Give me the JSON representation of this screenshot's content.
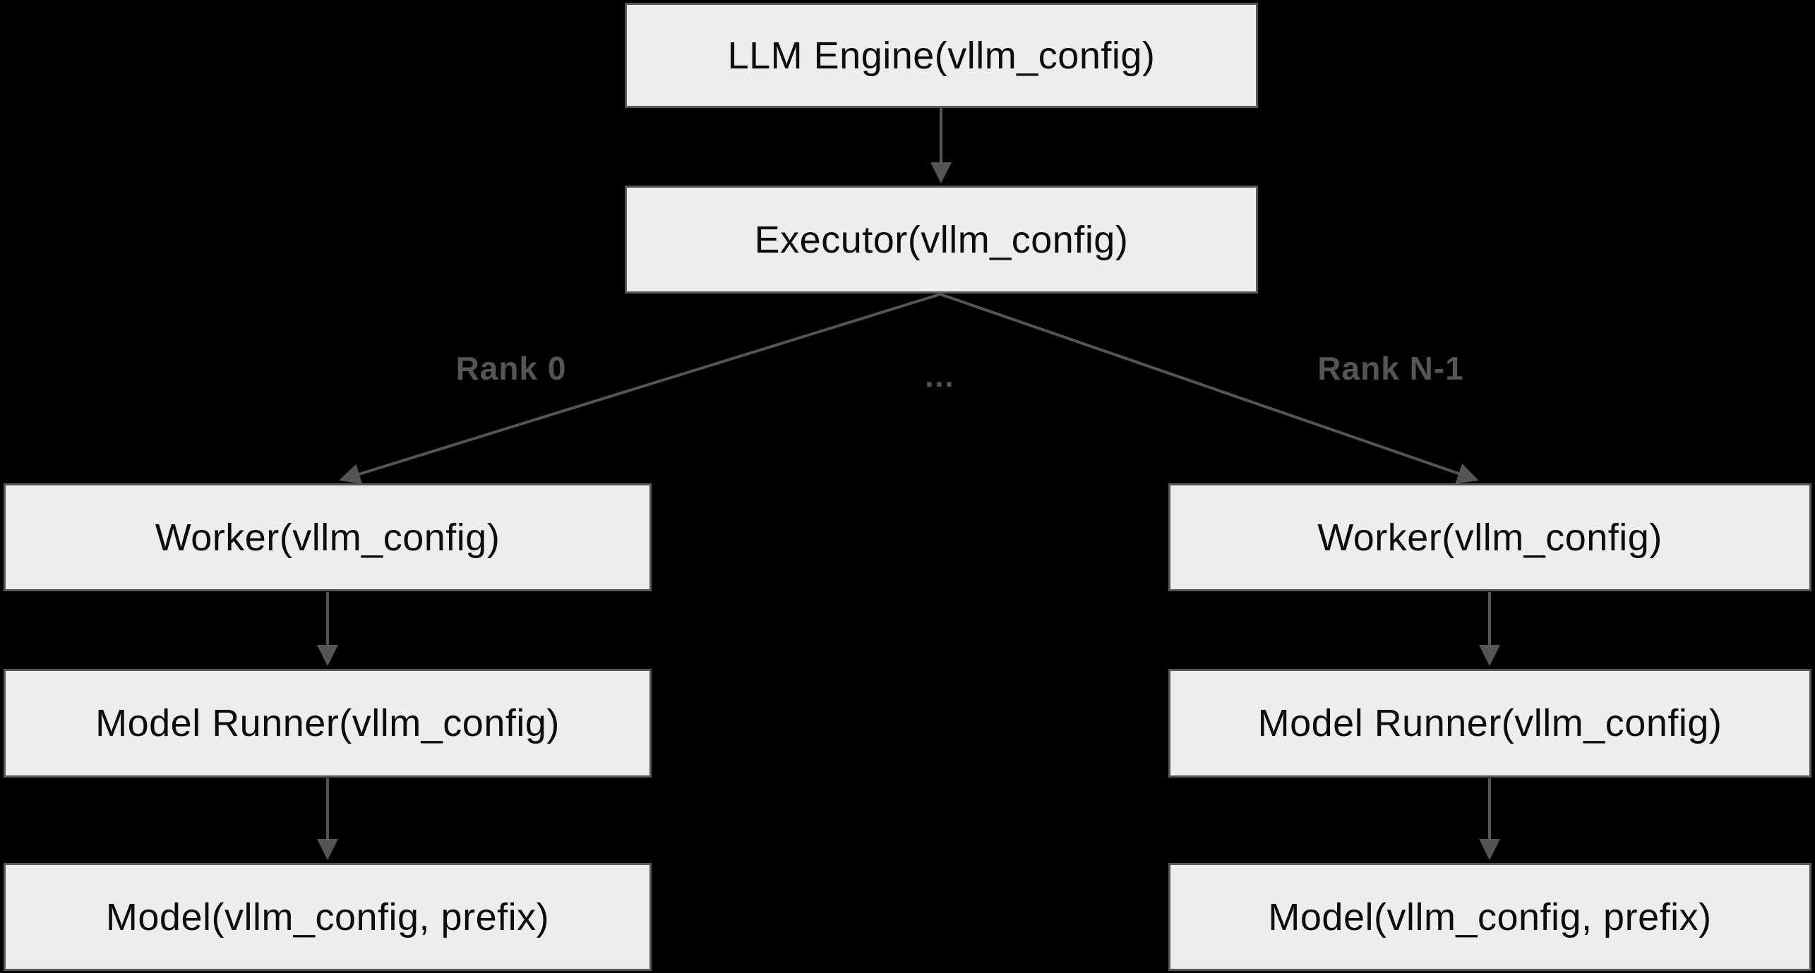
{
  "diagram": {
    "title": "vLLM engine / executor / worker hierarchy",
    "nodes": {
      "llm_engine": {
        "label": "LLM Engine(vllm_config)"
      },
      "executor": {
        "label": "Executor(vllm_config)"
      },
      "worker_left": {
        "label": "Worker(vllm_config)"
      },
      "worker_right": {
        "label": "Worker(vllm_config)"
      },
      "model_runner_left": {
        "label": "Model Runner(vllm_config)"
      },
      "model_runner_right": {
        "label": "Model Runner(vllm_config)"
      },
      "model_left": {
        "label": "Model(vllm_config, prefix)"
      },
      "model_right": {
        "label": "Model(vllm_config, prefix)"
      }
    },
    "edge_labels": {
      "rank_0": "Rank 0",
      "ellipsis": "…",
      "rank_n": "Rank N-1"
    },
    "colors": {
      "background": "#000000",
      "node_fill": "#ededed",
      "node_border": "#585858",
      "node_text": "#0d0d0d",
      "edge_line": "#555555",
      "edge_label": "#555555"
    }
  }
}
